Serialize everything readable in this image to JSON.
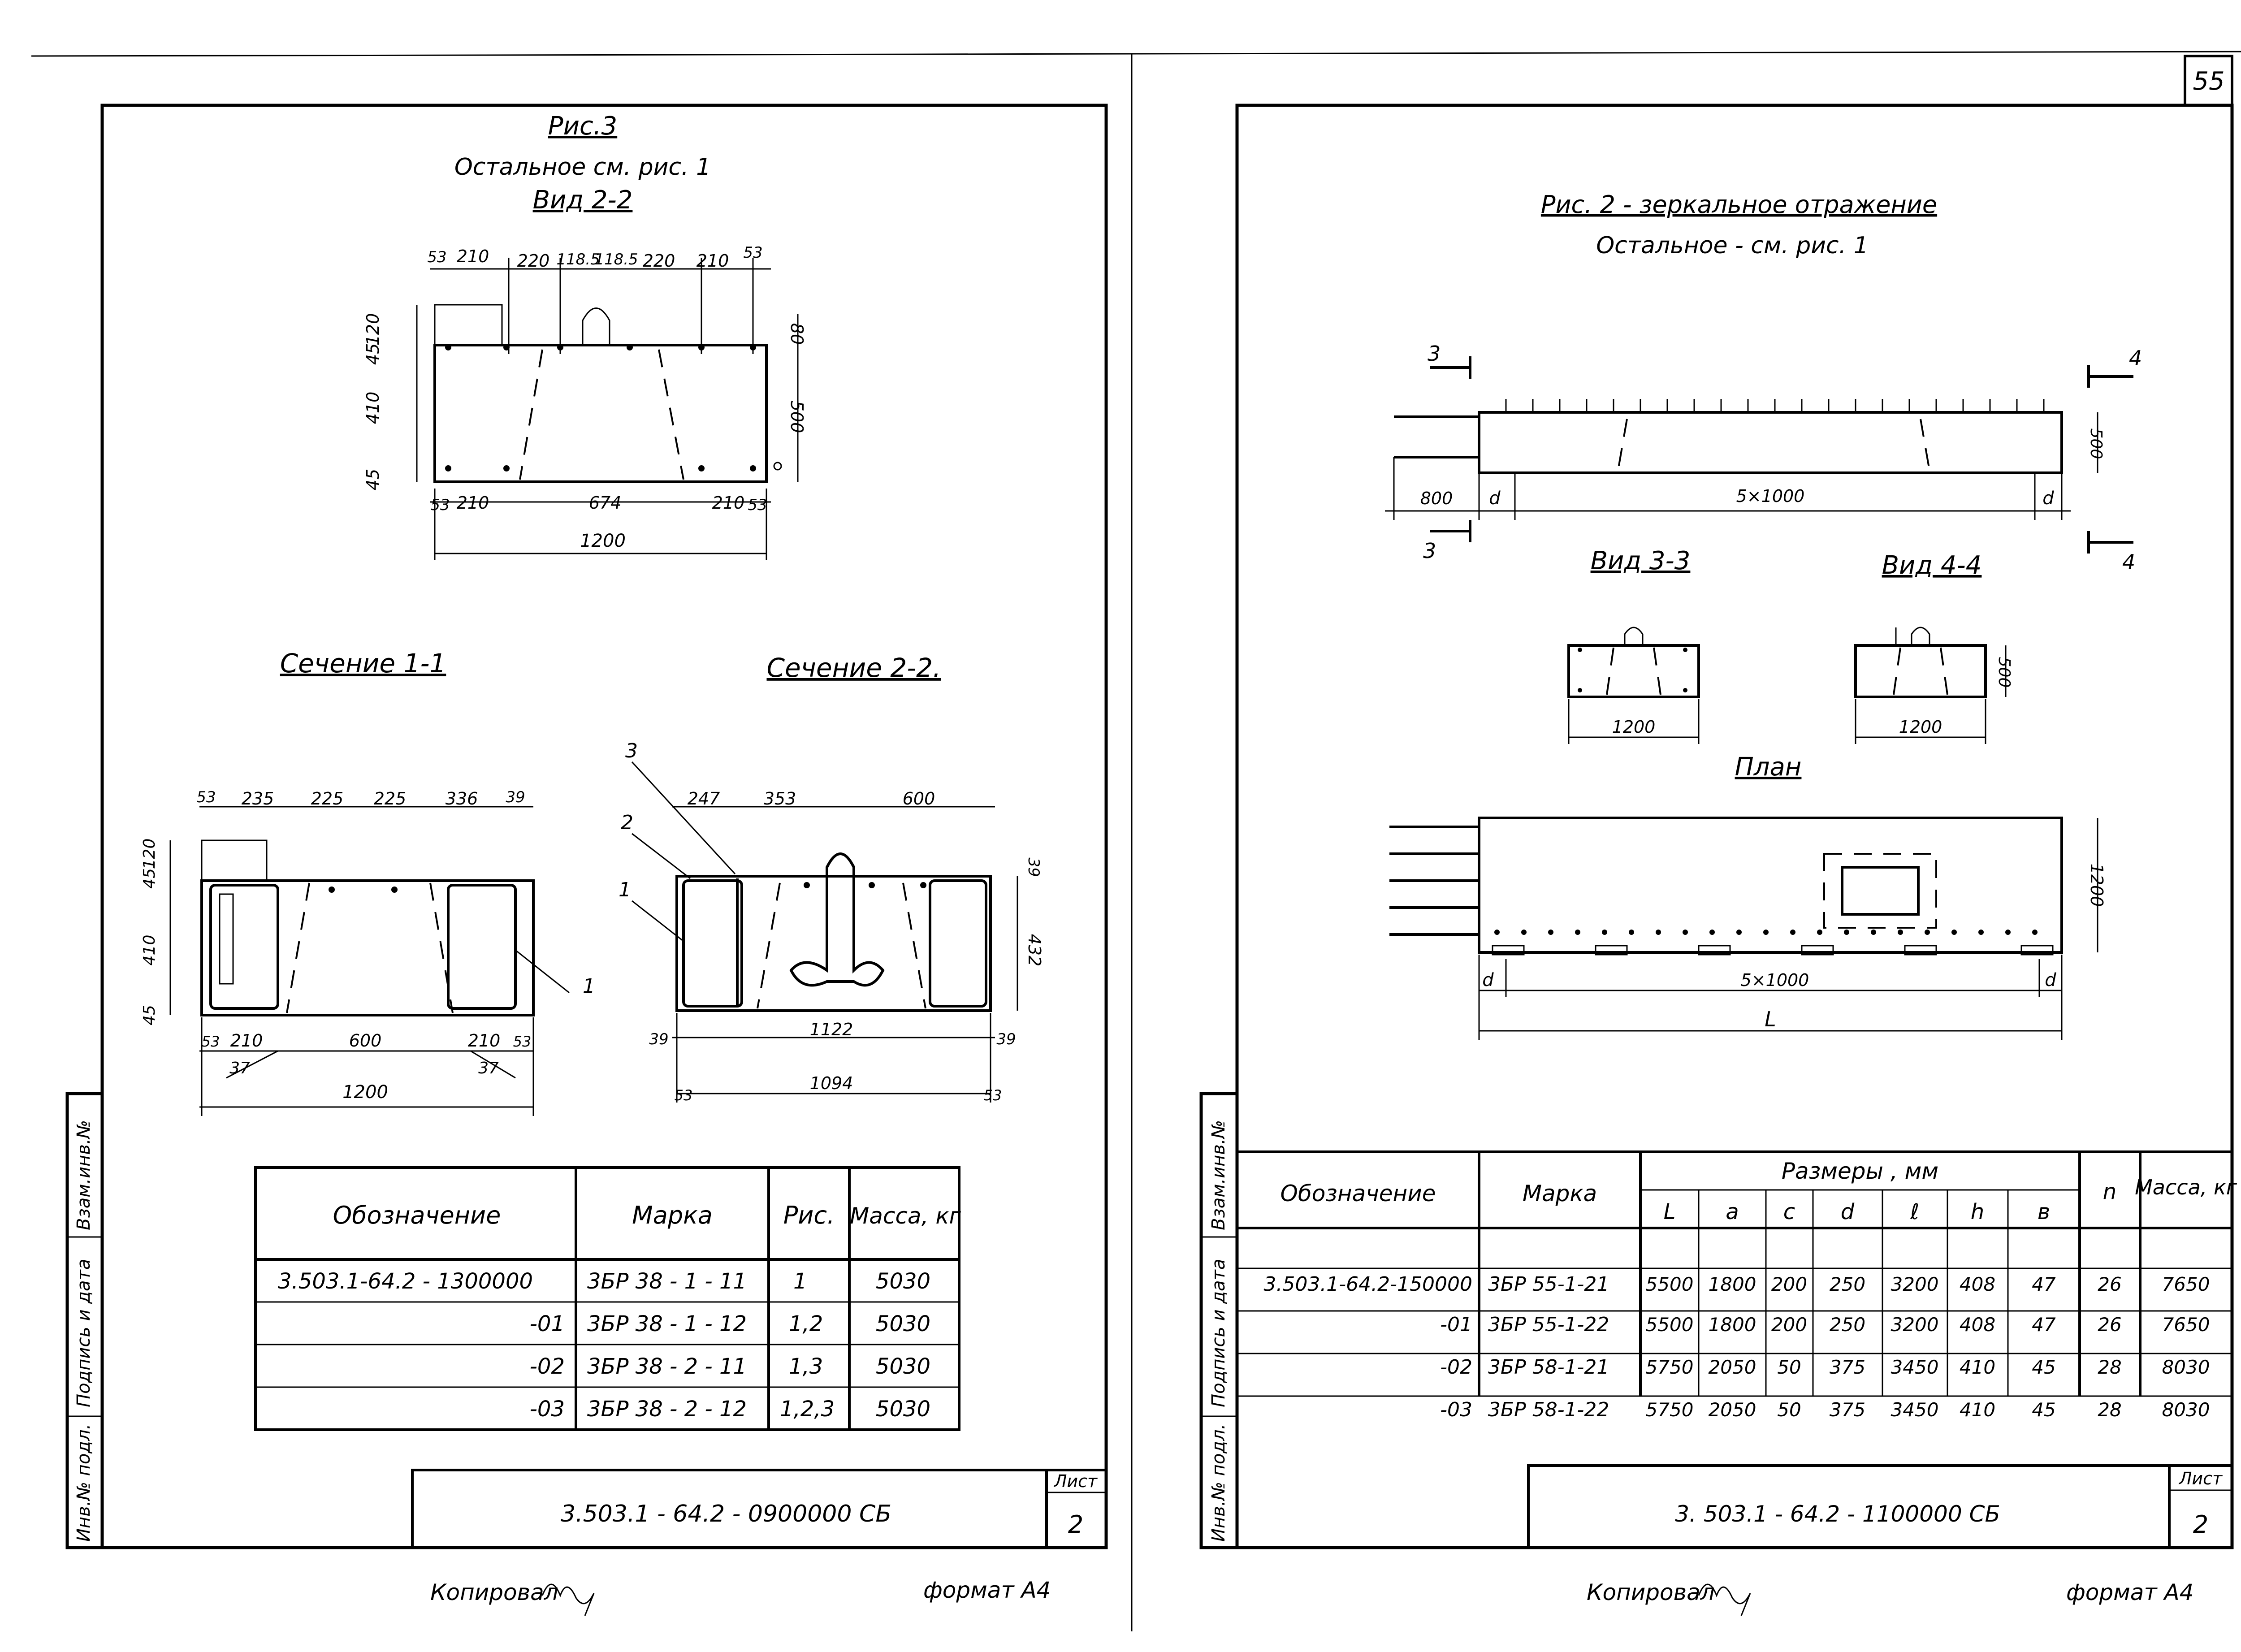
{
  "page_number": "55",
  "left_sheet": {
    "title": "Рис.3",
    "subtitle": "Остальное см. рис. 1",
    "view_title": "Вид 2-2",
    "view_dims_top": [
      "53",
      "210",
      "220",
      "118.5",
      "118.5",
      "220",
      "210",
      "53"
    ],
    "view_dims_left": [
      "120",
      "45",
      "410",
      "45"
    ],
    "view_dims_right": [
      "80",
      "500"
    ],
    "view_dims_bottom": [
      "53",
      "210",
      "674",
      "210",
      "53"
    ],
    "view_overall": "1200",
    "section1_title": "Сечение 1-1",
    "section1_dims_top": [
      "53",
      "235",
      "225",
      "225",
      "336",
      "39"
    ],
    "section1_dims_left": [
      "120",
      "45",
      "410",
      "45"
    ],
    "section1_dims_bottom": [
      "53",
      "210",
      "600",
      "210",
      "53"
    ],
    "section1_dim_37a": "37",
    "section1_dim_37b": "37",
    "section1_overall": "1200",
    "section1_callout": "1",
    "section2_title": "Сечение 2-2.",
    "section2_dims_top": [
      "247",
      "353",
      "600"
    ],
    "section2_callouts": [
      "3",
      "2",
      "1"
    ],
    "section2_dims_right": [
      "39",
      "432"
    ],
    "section2_dims_bottom": [
      "39",
      "1122",
      "39"
    ],
    "section2_dims_bottom2": [
      "53",
      "1094",
      "53"
    ],
    "table": {
      "headers": [
        "Обозначение",
        "Марка",
        "Рис.",
        "Масса, кг"
      ],
      "rows": [
        [
          "3.503.1-64.2 - 1300000",
          "3БР 38 - 1 - 11",
          "1",
          "5030"
        ],
        [
          "-01",
          "3БР 38 - 1 - 12",
          "1,2",
          "5030"
        ],
        [
          "-02",
          "3БР 38 - 2 - 11",
          "1,3",
          "5030"
        ],
        [
          "-03",
          "3БР 38 - 2 - 12",
          "1,2,3",
          "5030"
        ]
      ]
    },
    "stamp_code": "3.503.1 - 64.2 - 0900000 СБ",
    "sheet_label": "Лист",
    "sheet_number": "2",
    "side_labels": [
      "Инв.№ подл.",
      "Подпись и дата",
      "Взам.инв.№"
    ],
    "footer_copied": "Копировал",
    "footer_format": "формат А4"
  },
  "right_sheet": {
    "title": "Рис. 2 - зеркальное отражение",
    "subtitle": "Остальное - см. рис. 1",
    "elev_cut_left": "3",
    "elev_cut_right": "4",
    "elev_dim_800": "800",
    "elev_dim_d1": "d",
    "elev_dim_span": "5×1000",
    "elev_dim_d2": "d",
    "elev_dim_h": "500",
    "view33_title": "Вид 3-3",
    "view44_title": "Вид 4-4",
    "view33_width": "1200",
    "view44_width": "1200",
    "view44_height": "500",
    "plan_title": "План",
    "plan_height": "1200",
    "plan_dim_d1": "d",
    "plan_dim_span": "5×1000",
    "plan_dim_d2": "d",
    "plan_dim_L": "L",
    "table": {
      "header_designation": "Обозначение",
      "header_mark": "Марка",
      "header_sizes": "Размеры , мм",
      "header_sub": [
        "L",
        "a",
        "c",
        "d",
        "ℓ",
        "h",
        "в"
      ],
      "header_n": "n",
      "header_mass": "Масса, кг",
      "rows": [
        [
          "3.503.1-64.2-150000",
          "3БР 55-1-21",
          "5500",
          "1800",
          "200",
          "250",
          "3200",
          "408",
          "47",
          "26",
          "7650"
        ],
        [
          "-01",
          "3БР 55-1-22",
          "5500",
          "1800",
          "200",
          "250",
          "3200",
          "408",
          "47",
          "26",
          "7650"
        ],
        [
          "-02",
          "3БР 58-1-21",
          "5750",
          "2050",
          "50",
          "375",
          "3450",
          "410",
          "45",
          "28",
          "8030"
        ],
        [
          "-03",
          "3БР 58-1-22",
          "5750",
          "2050",
          "50",
          "375",
          "3450",
          "410",
          "45",
          "28",
          "8030"
        ]
      ]
    },
    "stamp_code": "3. 503.1 - 64.2 - 1100000 СБ",
    "sheet_label": "Лист",
    "sheet_number": "2",
    "side_labels": [
      "Инв.№ подл.",
      "Подпись и дата",
      "Взам.инв.№"
    ],
    "footer_copied": "Копировал",
    "footer_format": "формат А4"
  }
}
